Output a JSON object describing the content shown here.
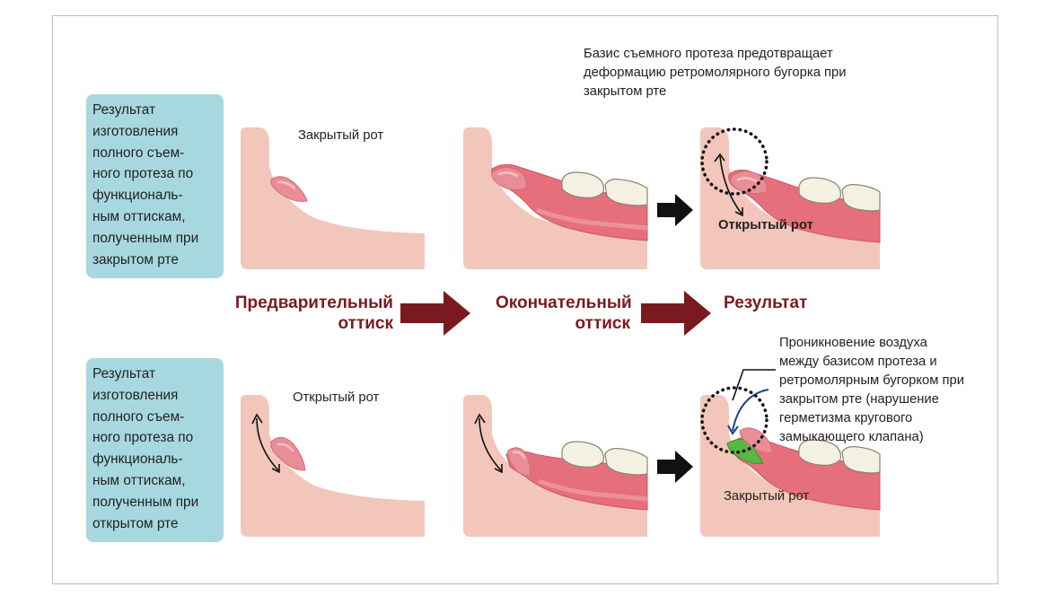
{
  "side_boxes": [
    {
      "lines": [
        "Результат",
        "изготовления",
        "полного съем-",
        "ного протеза по",
        "функциональ-",
        "ным оттискам,",
        "полученным при",
        "закрытом рте"
      ]
    },
    {
      "lines": [
        "Результат",
        "изготовления",
        "полного съем-",
        "ного протеза по",
        "функциональ-",
        "ным оттискам,",
        "полученным при",
        "открытом рте"
      ]
    }
  ],
  "stages": {
    "preliminary": [
      "Предварительный",
      "оттиск"
    ],
    "final": [
      "Окончательный",
      "оттиск"
    ],
    "result": [
      "Результат"
    ]
  },
  "labels": {
    "top_left_mouth": "Закрытый рот",
    "top_right_mouth": "Открытый рот",
    "bottom_left_mouth": "Открытый рот",
    "bottom_right_mouth": "Закрытый рот"
  },
  "notes": {
    "top": [
      "Базис съемного протеза предотвращает",
      "деформацию ретромолярного бугорка при",
      "закрытом рте"
    ],
    "bottom": [
      "Проникновение воздуха",
      "между базисом протеза и",
      "ретромолярным бугорком при",
      "закрытом рте (нарушение",
      "герметизма кругового",
      "замыкающего клапана)"
    ]
  },
  "colors": {
    "tissue": "#f2c6ba",
    "pad": "#e98e96",
    "gum": "#e56f7b",
    "tooth": "#f4f1e3",
    "stage_text": "#7a1a1f",
    "side_box": "#a8d8df",
    "air_gap": "#58b743"
  }
}
